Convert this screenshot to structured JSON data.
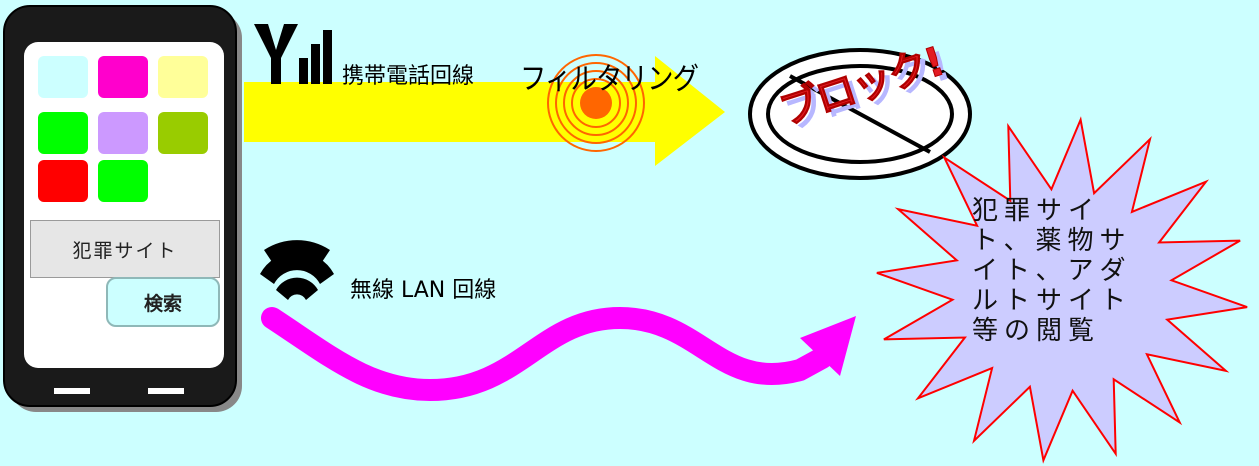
{
  "phone": {
    "search_value": "犯罪サイト",
    "search_button": "検索",
    "app_tile_colors": [
      "#ccffff",
      "#ff00cc",
      "#ffff99",
      "#00ff00",
      "#cc99ff",
      "#99cc00",
      "#ff0000",
      "#00ff00"
    ]
  },
  "mobile_line": {
    "label": "携帯電話回線",
    "filter_label": "フィルタリング",
    "arrow_color": "#ffff00",
    "icon": "signal-antenna-icon"
  },
  "block_sign": {
    "text": "ブロック!",
    "text_color": "#e31b23"
  },
  "wifi_line": {
    "label": "無線 LAN 回線",
    "arrow_color": "#ff00ff",
    "icon": "wifi-icon"
  },
  "burst": {
    "text": "犯罪サイト、薬物サイト、アダルトサイト等の閲覧",
    "fill_color": "#ccccff",
    "border_color": "#ff0000"
  }
}
